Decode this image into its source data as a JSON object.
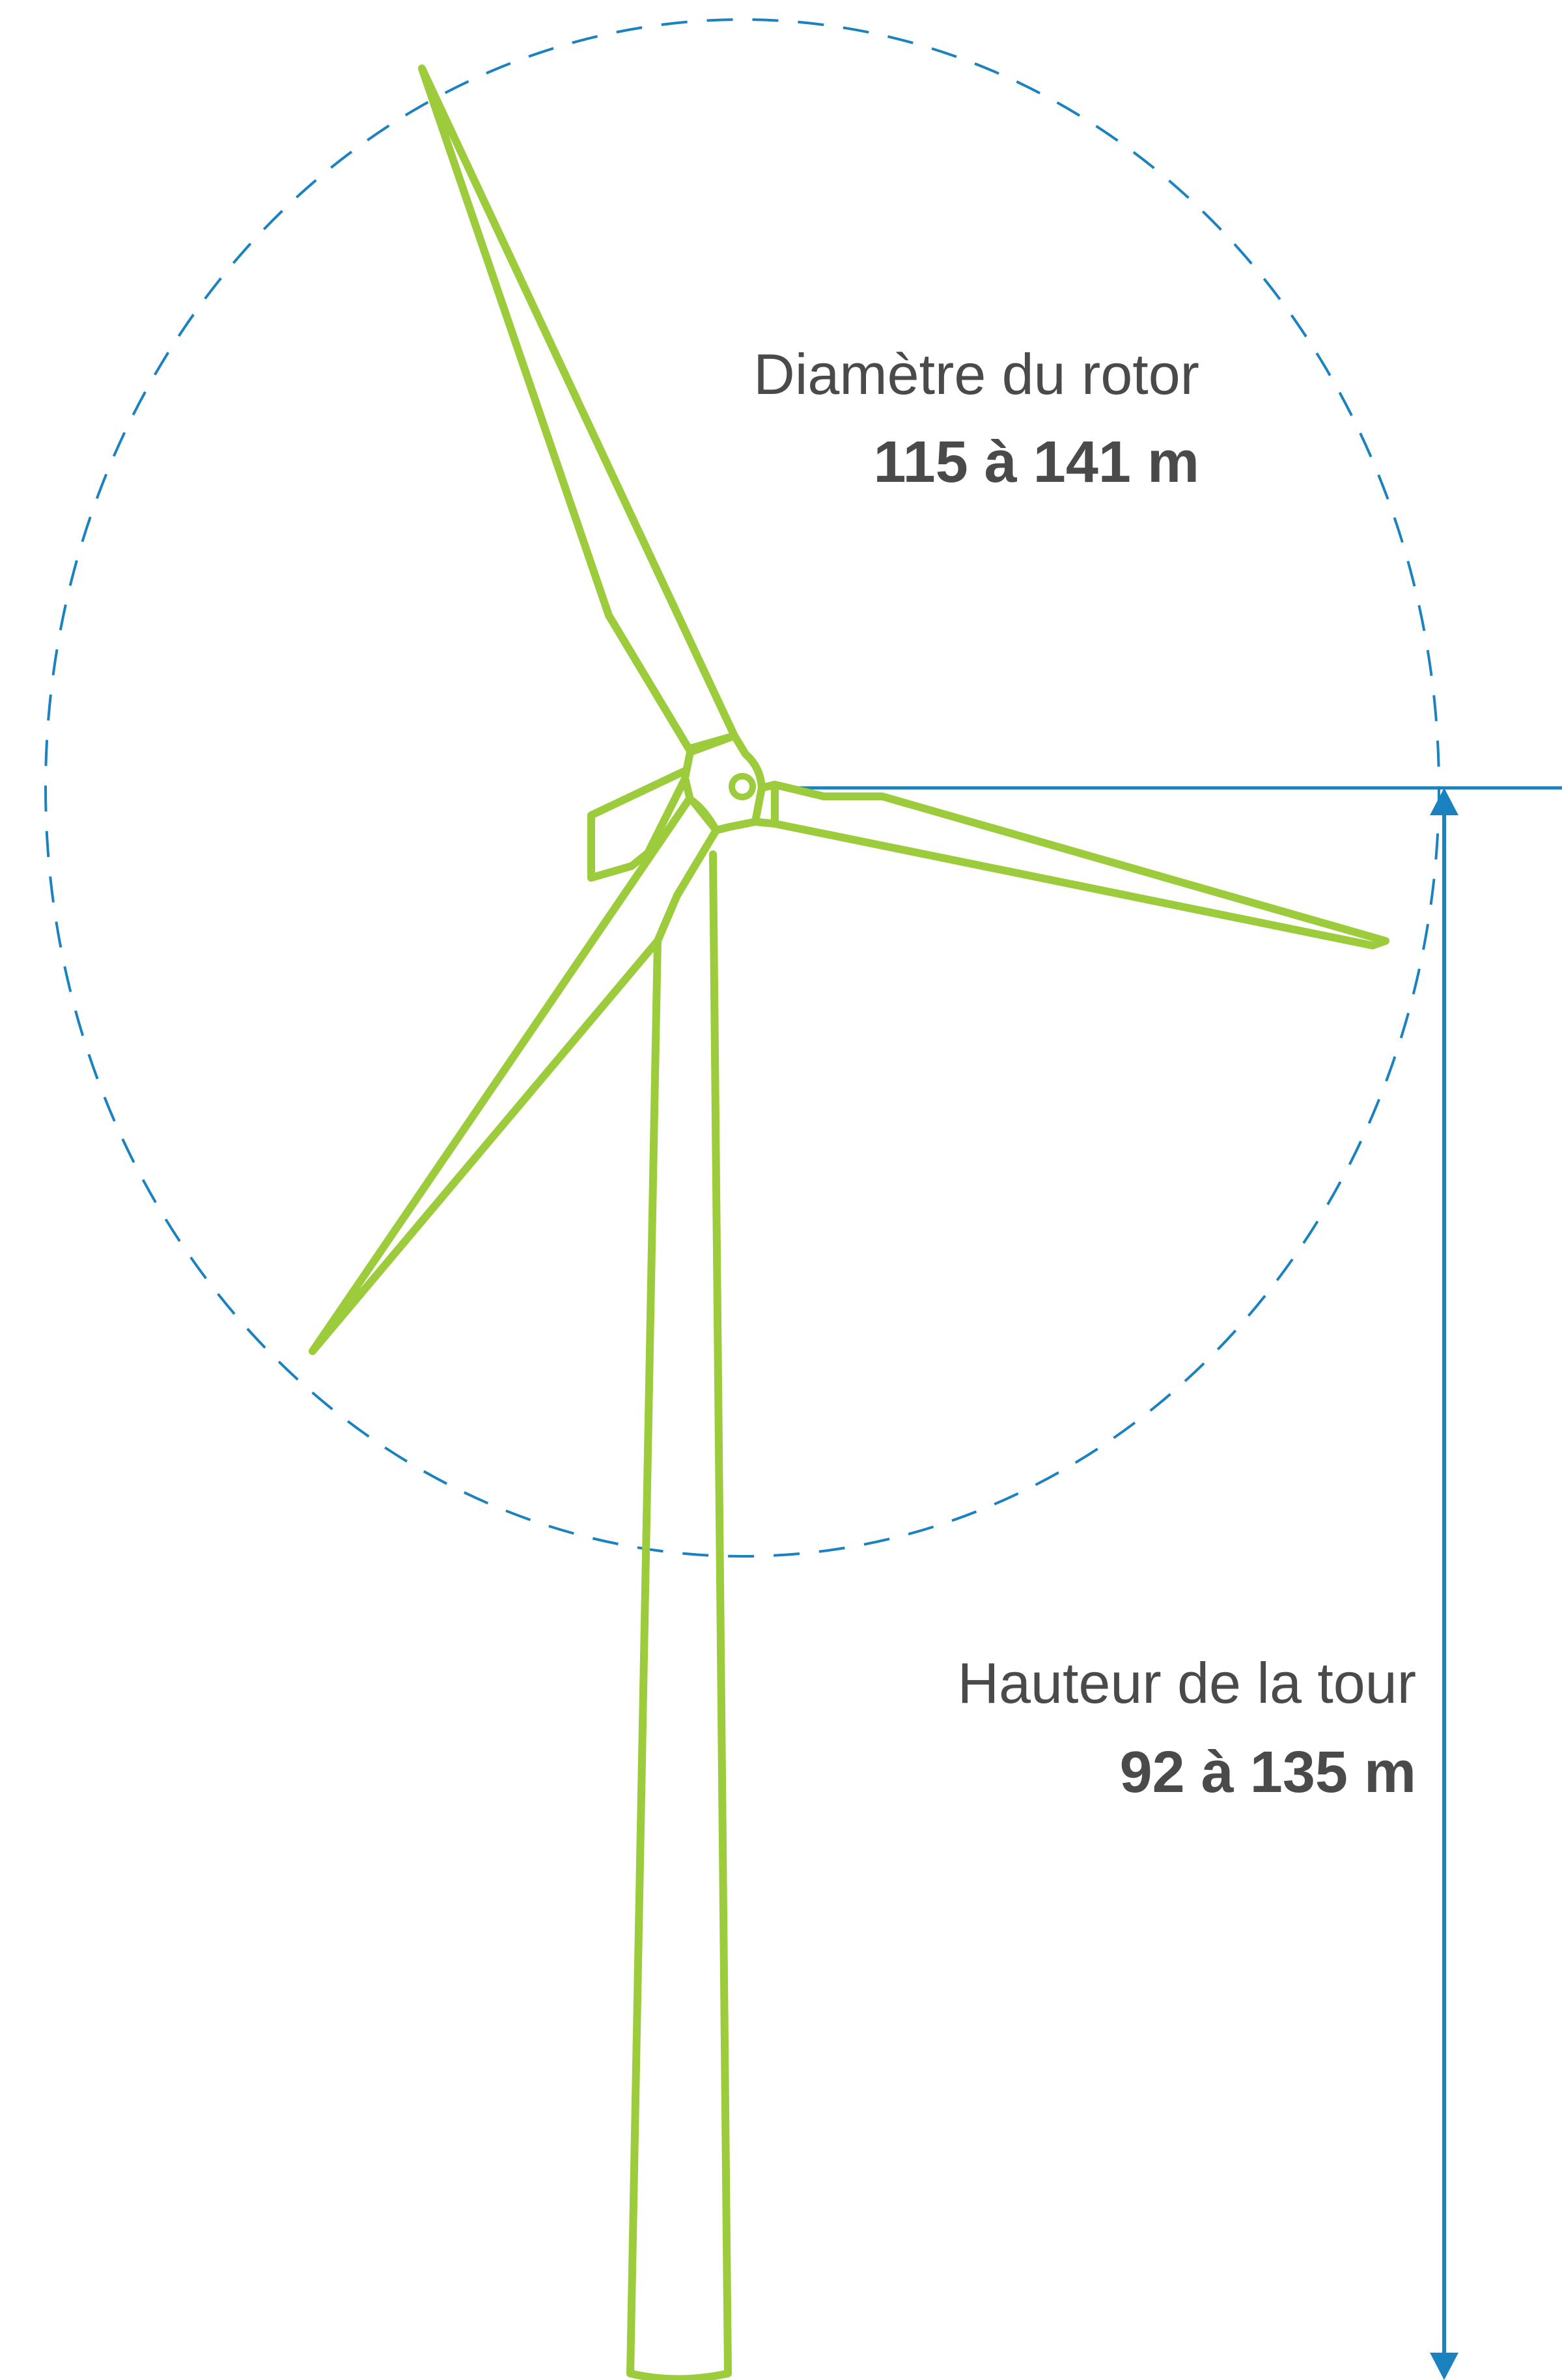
{
  "rotor": {
    "label": "Diamètre du rotor",
    "value": "115 à 141 m"
  },
  "tower": {
    "label": "Hauteur de la tour",
    "value": "92 à 135 m"
  },
  "colors": {
    "turbine": "#9ccb3b",
    "dimension": "#1b82c0",
    "text": "#4a4a4a",
    "background": "#ffffff"
  }
}
